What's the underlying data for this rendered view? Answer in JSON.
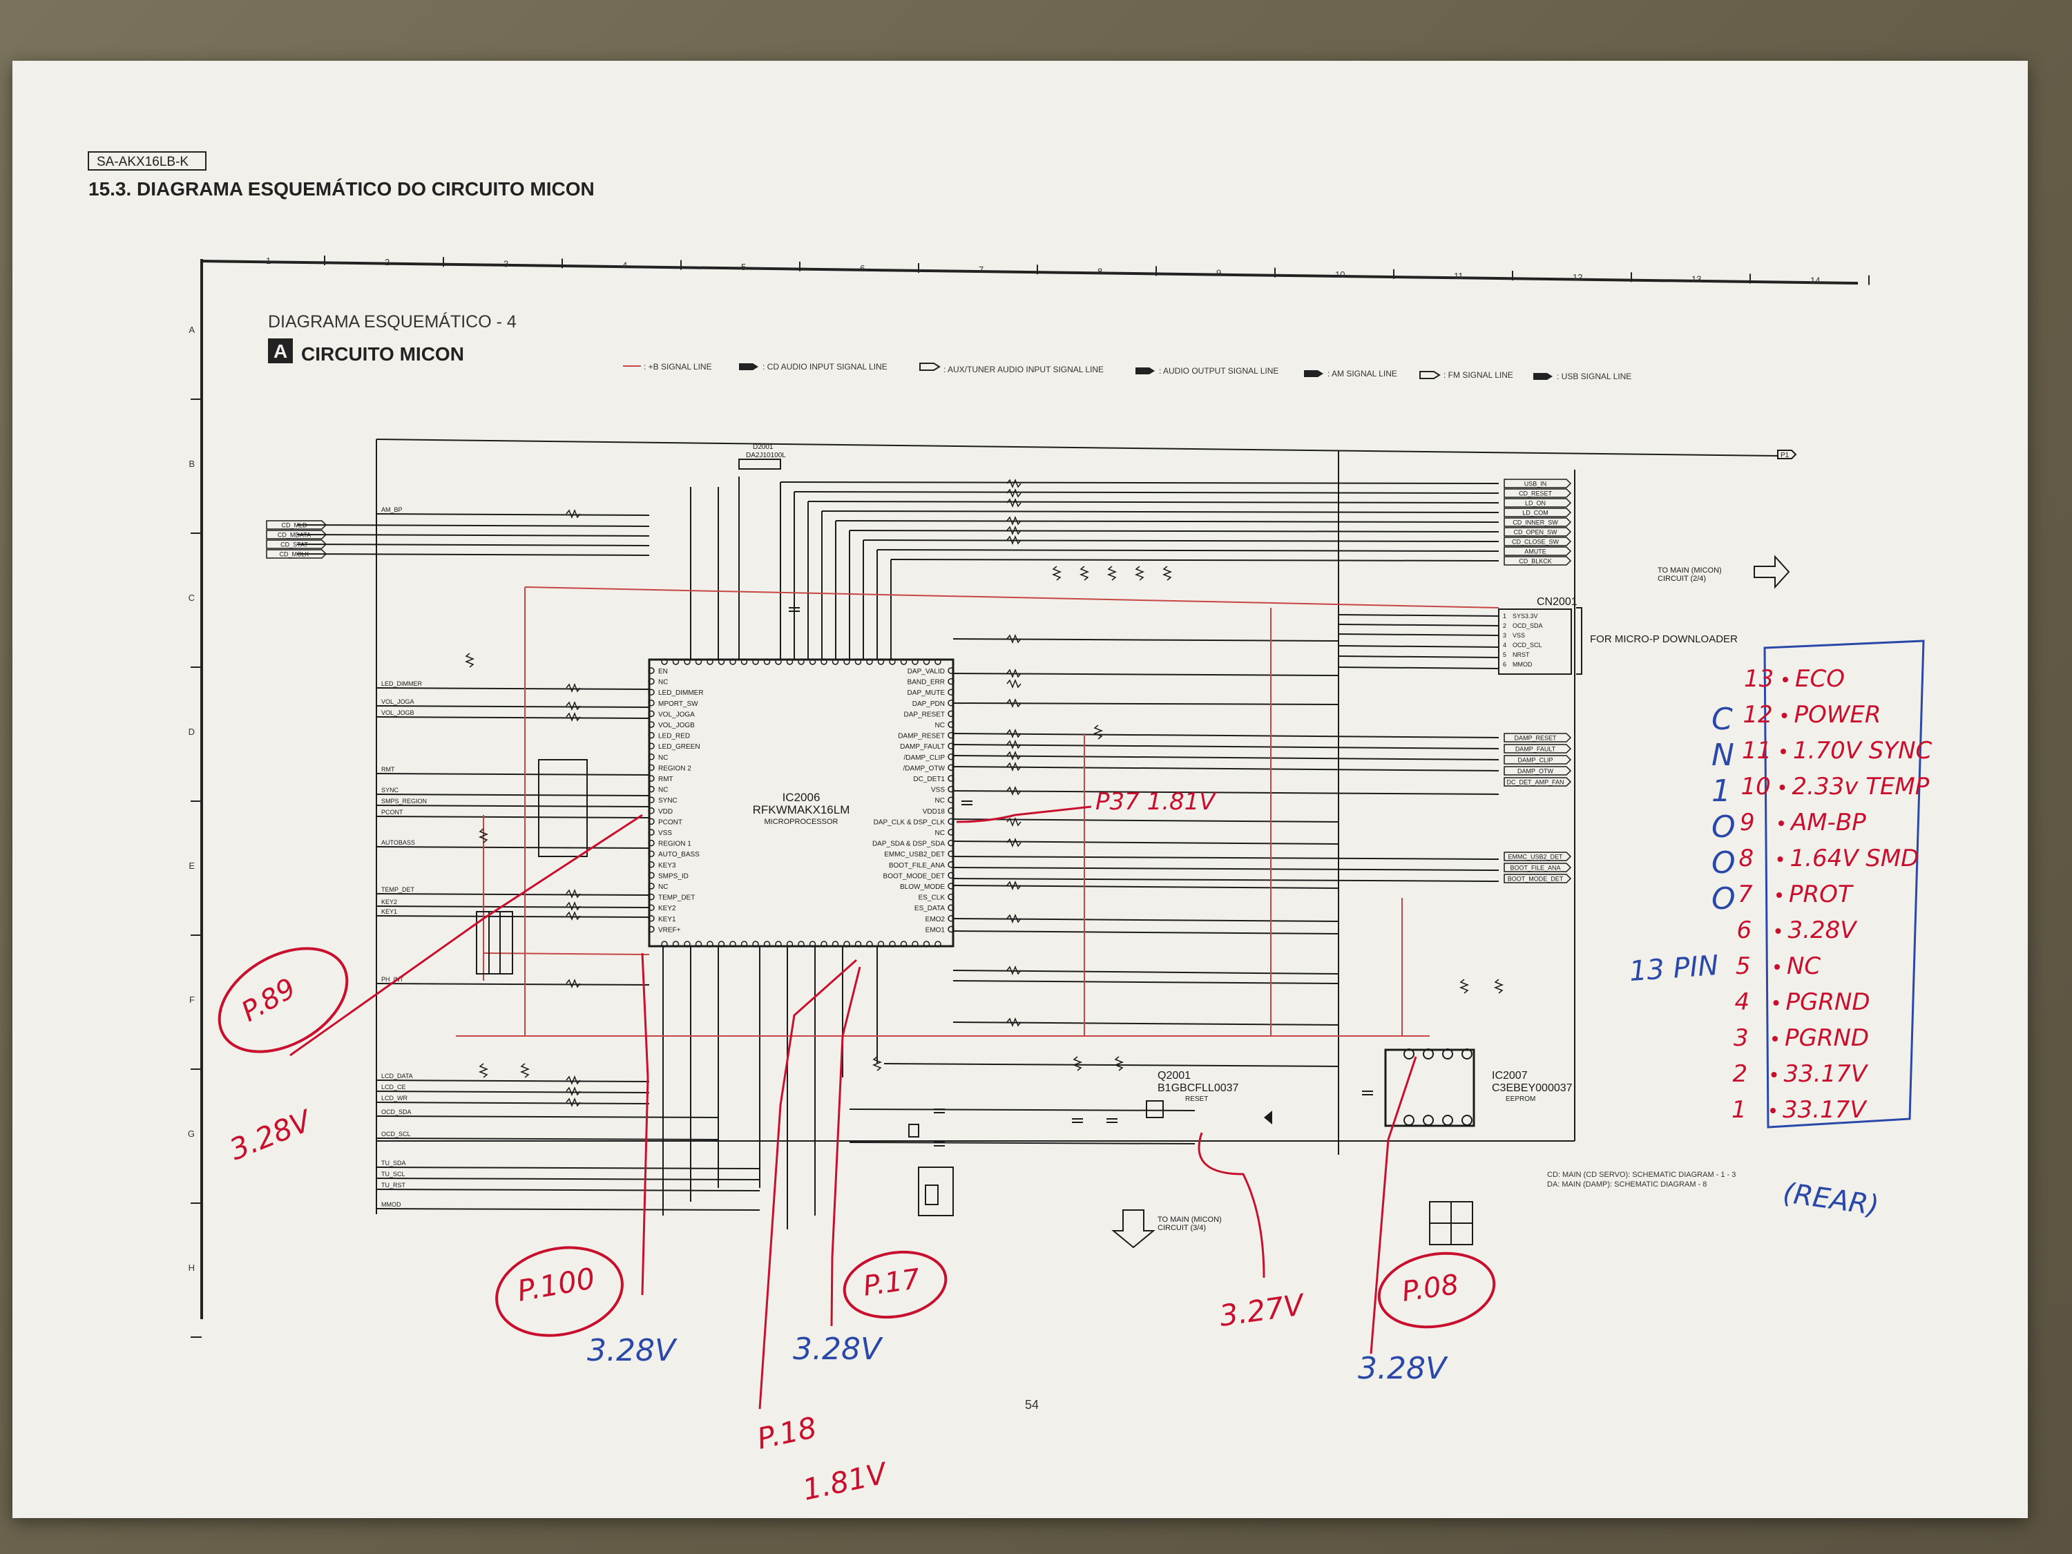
{
  "doc": {
    "model_tag": "SA-AKX16LB-K",
    "section_title": "15.3. DIAGRAMA ESQUEMÁTICO DO CIRCUITO MICON",
    "diagram_title": "DIAGRAMA ESQUEMÁTICO - 4",
    "board_letter": "A",
    "board_name": "CIRCUITO MICON",
    "page_number": "54",
    "footnote_1": "CD: MAIN (CD SERVO): SCHEMATIC DIAGRAM - 1 - 3",
    "footnote_2": "DA: MAIN (DAMP): SCHEMATIC DIAGRAM - 8",
    "grid_cols": [
      "1",
      "2",
      "3",
      "4",
      "5",
      "6",
      "7",
      "8",
      "9",
      "10",
      "11",
      "12",
      "13",
      "14"
    ],
    "grid_rows": [
      "A",
      "B",
      "C",
      "D",
      "E",
      "F",
      "G",
      "H"
    ]
  },
  "legend": [
    {
      "label": ": +B SIGNAL LINE"
    },
    {
      "label": ": CD AUDIO INPUT SIGNAL LINE"
    },
    {
      "label": ": AUX/TUNER AUDIO INPUT SIGNAL LINE"
    },
    {
      "label": ": AUDIO OUTPUT SIGNAL LINE"
    },
    {
      "label": ": AM SIGNAL LINE"
    },
    {
      "label": ": FM SIGNAL LINE"
    },
    {
      "label": ": USB SIGNAL LINE"
    }
  ],
  "schematic": {
    "ic_ref": "IC2006",
    "ic_part": "RFKWMAKX16LM",
    "ic_desc": "MICROPROCESSOR",
    "q_ref": "Q2001",
    "q_part": "B1GBCFLL0037",
    "q_sub": "RESET",
    "eeprom_ref": "IC2007",
    "eeprom_part": "C3EBEY000037",
    "eeprom_desc": "EEPROM",
    "d_ref": "D2001",
    "d_part": "DA2J10100L",
    "cn_ref": "CN2001",
    "cn_note": "FOR MICRO-P DOWNLOADER",
    "to_main_right": "TO MAIN (MICON) CIRCUIT (2/4)",
    "to_main_bottom": "TO MAIN (MICON) CIRCUIT (3/4)",
    "top_right_connector": "P1",
    "left_pins": [
      "EN",
      "NC",
      "LED_DIMMER",
      "MPORT_SW",
      "VOL_JOGA",
      "VOL_JOGB",
      "LED_RED",
      "LED_GREEN",
      "NC",
      "REGION 2",
      "RMT",
      "NC",
      "SYNC",
      "VDD",
      "PCONT",
      "VSS",
      "REGION 1",
      "AUTO_BASS",
      "KEY3",
      "SMPS_ID",
      "NC",
      "TEMP_DET",
      "KEY2",
      "KEY1",
      "VREF+"
    ],
    "right_pins": [
      "DAP_VALID",
      "BAND_ERR",
      "DAP_MUTE",
      "DAP_PDN",
      "DAP_RESET",
      "NC",
      "DAMP_RESET",
      "DAMP_FAULT",
      "/DAMP_CLIP",
      "/DAMP_OTW",
      "DC_DET1",
      "VSS",
      "NC",
      "VDD18",
      "DAP_CLK & DSP_CLK",
      "NC",
      "DAP_SDA & DSP_SDA",
      "EMMC_USB2_DET",
      "BOOT_FILE_ANA",
      "BOOT_MODE_DET",
      "BLOW_MODE",
      "ES_CLK",
      "ES_DATA",
      "EMO2",
      "EMO1"
    ],
    "cn_pins": [
      "SYS3.3V",
      "OCD_SDA",
      "VSS",
      "OCD_SCL",
      "NRST",
      "MMOD"
    ],
    "usb_pins": [
      "USB_IN",
      "CD_RESET",
      "LD_ON",
      "LD_COM",
      "CD_INNER_SW",
      "CD_OPEN_SW",
      "CD_CLOSE_SW",
      "AMUTE",
      "CD_BLKCK"
    ],
    "cd_pins": [
      "CD_MLD",
      "CD_MDATA",
      "CD_STAT",
      "CD_MCLK"
    ],
    "damp_pins": [
      "DAMP_RESET",
      "DAMP_FAULT",
      "DAMP_CLIP",
      "DAMP_OTW",
      "DC_DET_AMP_FAN"
    ],
    "emmc_pins": [
      "EMMC_USB2_DET",
      "BOOT_FILE_ANA",
      "BOOT_MODE_DET"
    ],
    "left_nets": [
      "AM_BP",
      "LED_DIMMER",
      "VOL_JOGA",
      "VOL_JOGB",
      "RMT",
      "SYNC",
      "SMPS_REGION",
      "PCONT",
      "AUTOBASS",
      "TEMP_DET",
      "KEY2",
      "KEY1",
      "PH_INT",
      "LCD_DATA",
      "LCD_CE",
      "LCD_WR",
      "OCD_SDA",
      "OCD_SCL",
      "TU_SDA",
      "TU_SCL",
      "TU_RST",
      "MMOD"
    ]
  },
  "annotations": {
    "connector_list": [
      {
        "num": "13",
        "text": "ECO"
      },
      {
        "num": "12",
        "text": "POWER"
      },
      {
        "num": "11",
        "text": "1.70V SYNC"
      },
      {
        "num": "10",
        "text": "2.33v TEMP"
      },
      {
        "num": "9",
        "text": "AM-BP"
      },
      {
        "num": "8",
        "text": "1.64V SMD"
      },
      {
        "num": "7",
        "text": "PROT"
      },
      {
        "num": "6",
        "text": "3.28V"
      },
      {
        "num": "5",
        "text": "NC"
      },
      {
        "num": "4",
        "text": "PGRND"
      },
      {
        "num": "3",
        "text": "PGRND"
      },
      {
        "num": "2",
        "text": "33.17V"
      },
      {
        "num": "1",
        "text": "33.17V"
      }
    ],
    "side_letters": [
      "C",
      "N",
      "1",
      "O",
      "O",
      "O"
    ],
    "pin_count": "13 PIN",
    "rear": "(REAR)",
    "p37": "P37 1.81V",
    "p89": "P.89",
    "p89_v": "3.28V",
    "p100": "P.100",
    "p100_v": "3.28V",
    "p17": "P.17",
    "p17_v": "3.28V",
    "p18": "P.18",
    "p18_v": "1.81V",
    "q_v": "3.27V",
    "p08": "P.08",
    "p08_v": "3.28V"
  },
  "colors": {
    "ink_red": "#c8102e",
    "ink_blue": "#2a48a8",
    "line": "#1b1b1b",
    "signal_red": "#c64545"
  }
}
